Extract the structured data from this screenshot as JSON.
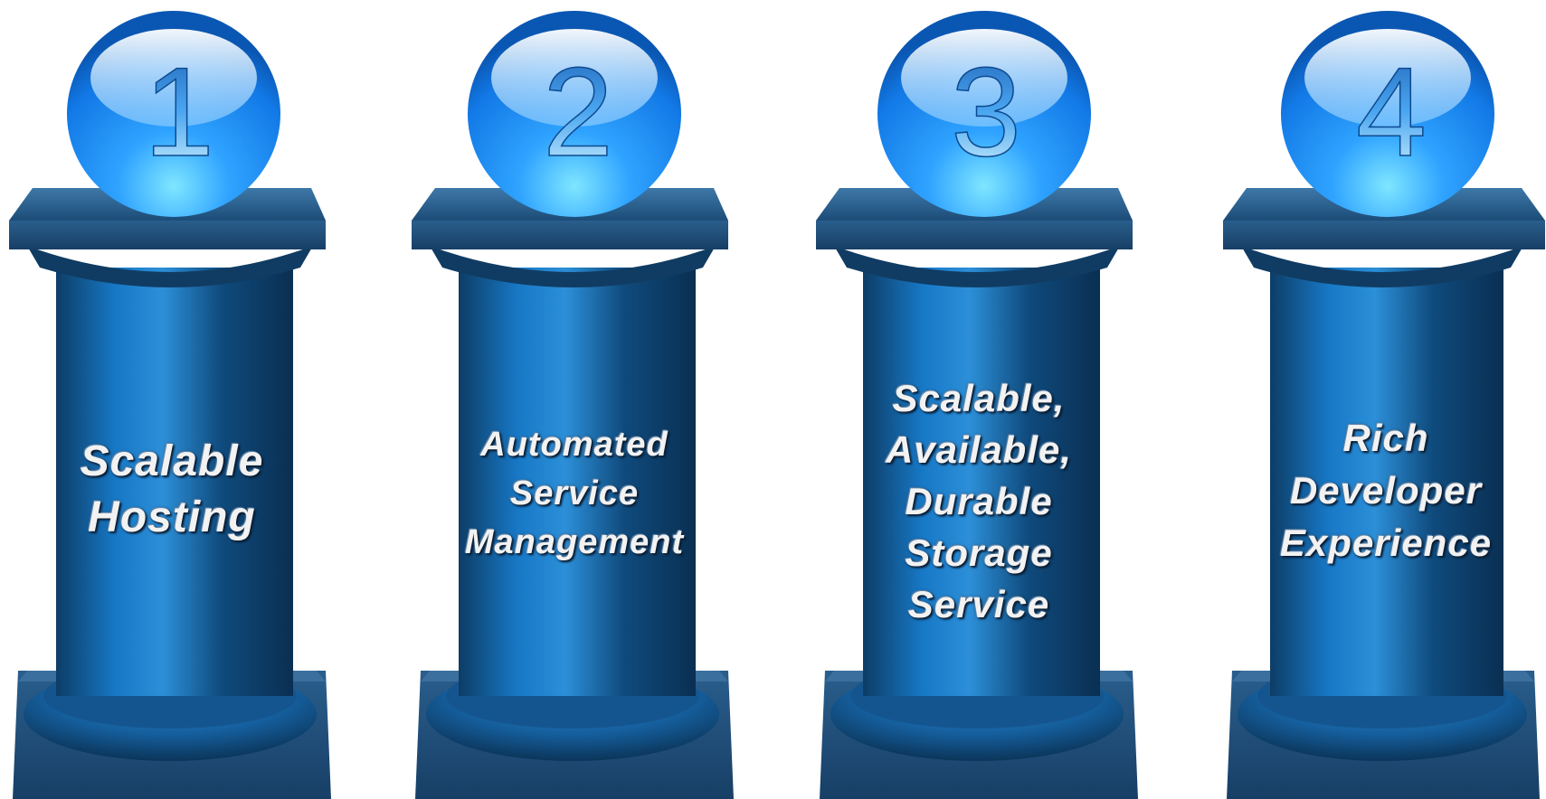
{
  "pillars": [
    {
      "number": "1",
      "label_lines": [
        "Scalable",
        "Hosting"
      ]
    },
    {
      "number": "2",
      "label_lines": [
        "Automated",
        "Service",
        "Management"
      ]
    },
    {
      "number": "3",
      "label_lines": [
        "Scalable,",
        "Available,",
        "Durable",
        "Storage",
        "Service"
      ]
    },
    {
      "number": "4",
      "label_lines": [
        "Rich",
        "Developer",
        "Experience"
      ]
    }
  ],
  "colors": {
    "column_dark": "#0c3a62",
    "column_mid": "#1576c4",
    "column_light": "#3aa0e8",
    "cap_top": "#2c6596",
    "sphere_light": "#cfefff",
    "sphere_mid": "#33a6ff",
    "sphere_dark": "#0a5fc2",
    "text": "#f2f2f2"
  }
}
